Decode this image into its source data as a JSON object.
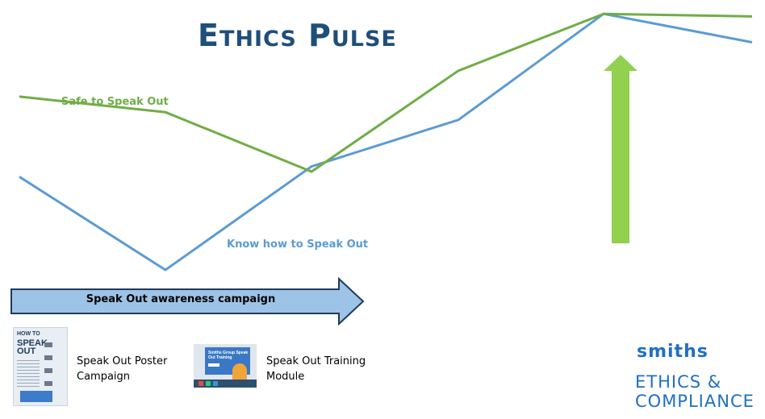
{
  "title": "Ethics Pulse",
  "chart_data": {
    "type": "line",
    "title": "Ethics Pulse",
    "x": [
      0,
      1,
      2,
      3,
      4,
      5
    ],
    "ylim": [
      0,
      100
    ],
    "grid": false,
    "legend": "none",
    "series": [
      {
        "name": "Safe to Speak Out",
        "color": "#70ad47",
        "values": [
          67,
          61,
          38,
          77,
          99,
          98
        ]
      },
      {
        "name": "Know how to Speak Out",
        "color": "#5b9bd5",
        "values": [
          36,
          0,
          40,
          58,
          99,
          88
        ]
      }
    ]
  },
  "campaign": {
    "label": "Speak Out awareness campaign",
    "color": "#9dc3e6"
  },
  "poster": {
    "header": "HOW TO",
    "big_text": "SPEAK OUT",
    "caption": "Speak Out Poster Campaign"
  },
  "training": {
    "screen_text": "Smiths Group Speak Out Training",
    "caption": "Speak Out Training Module"
  },
  "brand": {
    "name": "smiths",
    "line1": "ETHICS &",
    "line2": "COMPLIANCE",
    "color": "#1f6fc5"
  },
  "up_arrow_color": "#92d050"
}
